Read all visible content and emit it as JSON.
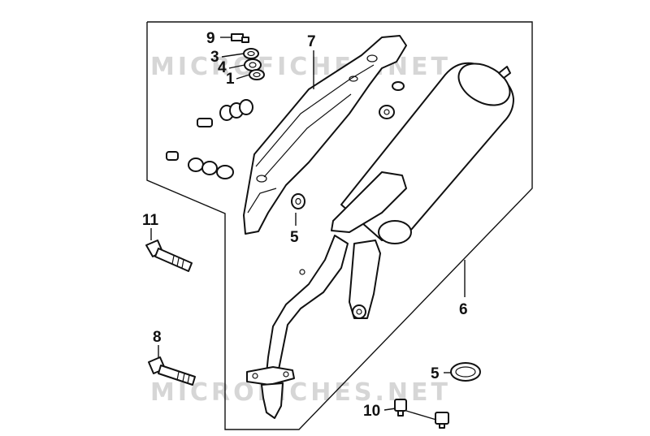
{
  "watermark": "MICROFICHES.NET",
  "callouts": {
    "p9": "9",
    "p3": "3",
    "p4": "4",
    "p1": "1",
    "p7": "7",
    "p5_upper": "5",
    "p6": "6",
    "p11": "11",
    "p8": "8",
    "p5_lower": "5",
    "p10": "10"
  }
}
